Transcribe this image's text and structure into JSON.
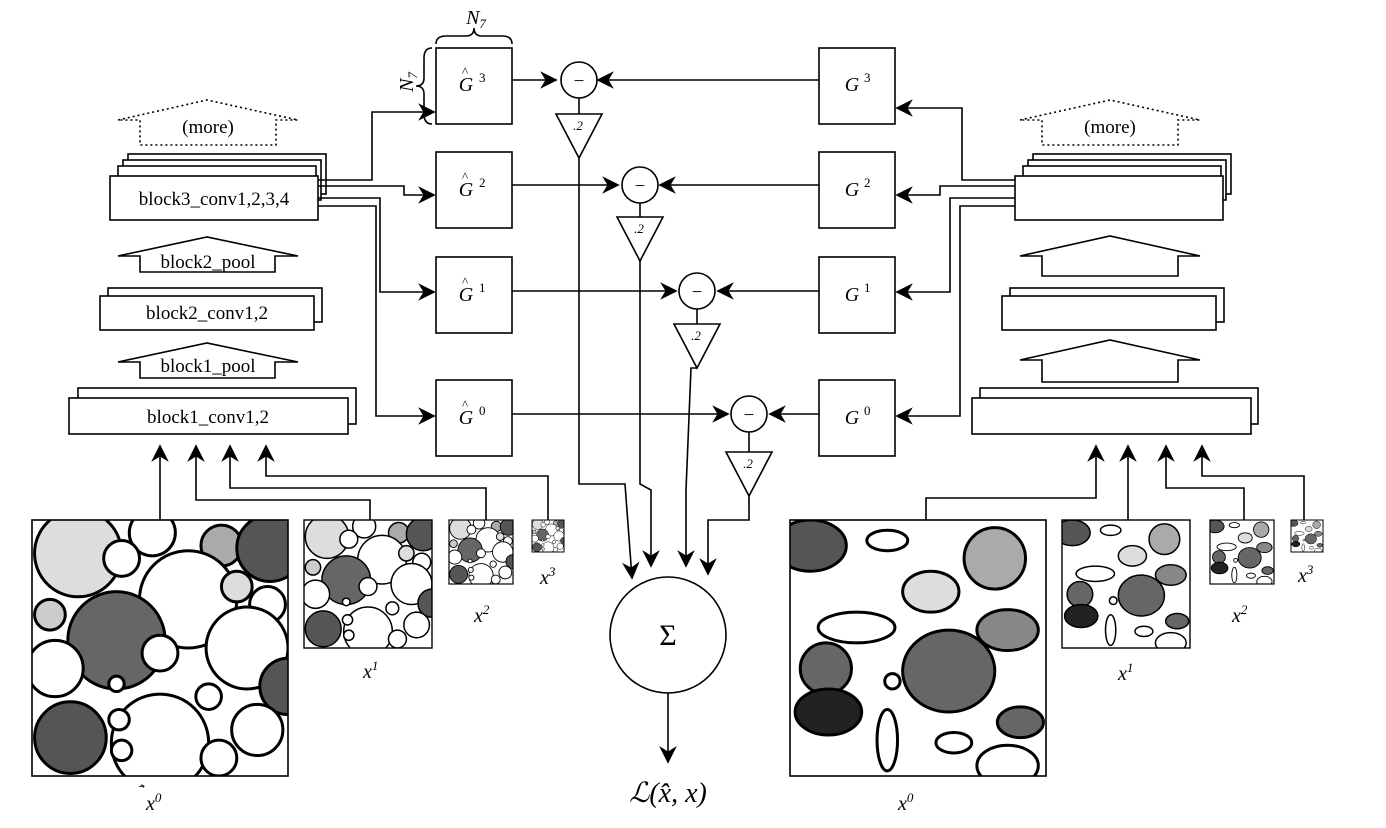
{
  "left_network": {
    "more_label": "(more)",
    "block3_conv": "block3_conv1,2,3,4",
    "block2_pool": "block2_pool",
    "block2_conv": "block2_conv1,2",
    "block1_pool": "block1_pool",
    "block1_conv": "block1_conv1,2"
  },
  "right_network": {
    "more_label": "(more)"
  },
  "gram": {
    "dim_top": "N",
    "dim_top_sub": "7",
    "dim_side": "N",
    "dim_side_sub": "7",
    "hat_labels": [
      "G",
      "G",
      "G",
      "G"
    ],
    "hat_sups": [
      "3",
      "2",
      "1",
      "0"
    ],
    "labels": [
      "G",
      "G",
      "G",
      "G"
    ],
    "sups": [
      "3",
      "2",
      "1",
      "0"
    ]
  },
  "ops": {
    "minus": "−",
    "square": ".2",
    "sum": "Σ",
    "loss": "ℒ(x̂, x)"
  },
  "images": {
    "left_labels": [
      "x",
      "x",
      "x",
      "x"
    ],
    "left_sups": [
      "0",
      "1",
      "2",
      "3"
    ],
    "right_labels": [
      "x",
      "x",
      "x",
      "x"
    ],
    "right_sups": [
      "0",
      "1",
      "2",
      "3"
    ]
  }
}
